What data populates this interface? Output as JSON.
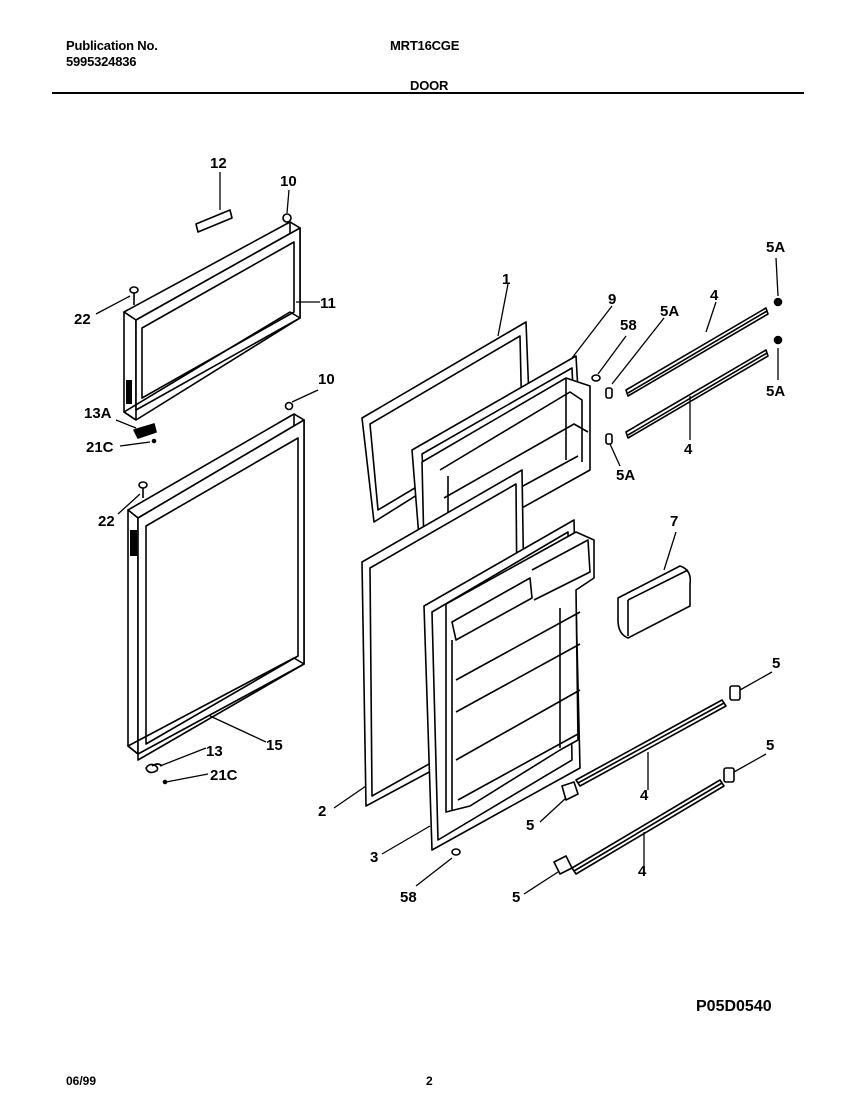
{
  "header": {
    "publication_label": "Publication No.",
    "publication_number": "5995324836",
    "model": "MRT16CGE",
    "section": "DOOR"
  },
  "diagram": {
    "labels": {
      "l12": "12",
      "l10a": "10",
      "l22a": "22",
      "l11": "11",
      "l13a": "13A",
      "l21ca": "21C",
      "l10b": "10",
      "l22b": "22",
      "l13": "13",
      "l21cb": "21C",
      "l15": "15",
      "l1": "1",
      "l9": "9",
      "l58a": "58",
      "l5aa": "5A",
      "l4a": "4",
      "l5ab": "5A",
      "l5ac": "5A",
      "l4b": "4",
      "l5ad": "5A",
      "l7": "7",
      "l5a": "5",
      "l5b": "5",
      "l4c": "4",
      "l5c": "5",
      "l4d": "4",
      "l5d": "5",
      "l2": "2",
      "l3": "3",
      "l58b": "58"
    }
  },
  "footer": {
    "drawing_code": "P05D0540",
    "date": "06/99",
    "page": "2"
  }
}
